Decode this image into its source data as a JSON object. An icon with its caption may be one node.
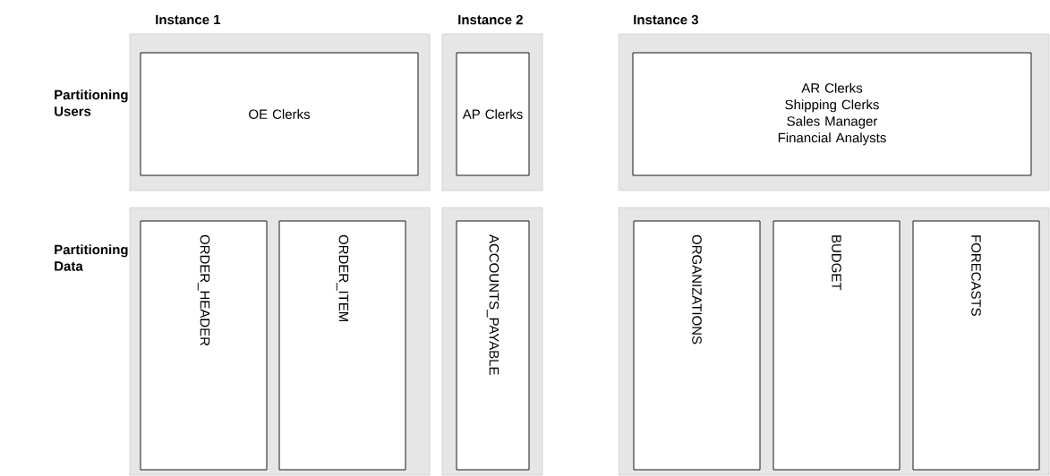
{
  "diagram": {
    "nodes": [
      {
        "text": [],
        "shape": "box"
      },
      {
        "text": [
          "OE Clerks"
        ],
        "in": 0
      },
      {
        "text": [],
        "shape": "box"
      },
      {
        "text": [
          "AP Clerks"
        ],
        "in": 2
      },
      {
        "text": [],
        "shape": "box"
      },
      {
        "text": [
          "AR Clerks",
          "Shipping Clerks",
          "Sales Manager",
          "Financial Analysts"
        ],
        "in": 4
      },
      {
        "text": [],
        "shape": "box"
      },
      {
        "text": [
          "ORDER_HEADER"
        ],
        "in": 6
      },
      {
        "text": [
          "ORDER_ITEM"
        ],
        "in": 6
      },
      {
        "text": [],
        "shape": "box"
      },
      {
        "text": [
          "ACCOUNTS_PAYABLE"
        ],
        "in": 9
      },
      {
        "text": [],
        "shape": "box"
      },
      {
        "text": [
          "ORGANIZATIONS"
        ],
        "in": 11
      },
      {
        "text": [
          "BUDGET"
        ],
        "in": 11
      },
      {
        "text": [
          "FORECASTS"
        ],
        "in": 11
      }
    ],
    "labels": [
      "Instance 1",
      "Instance 2",
      "Instance 3",
      "Partitioning Users",
      "Partitioning Data"
    ]
  }
}
